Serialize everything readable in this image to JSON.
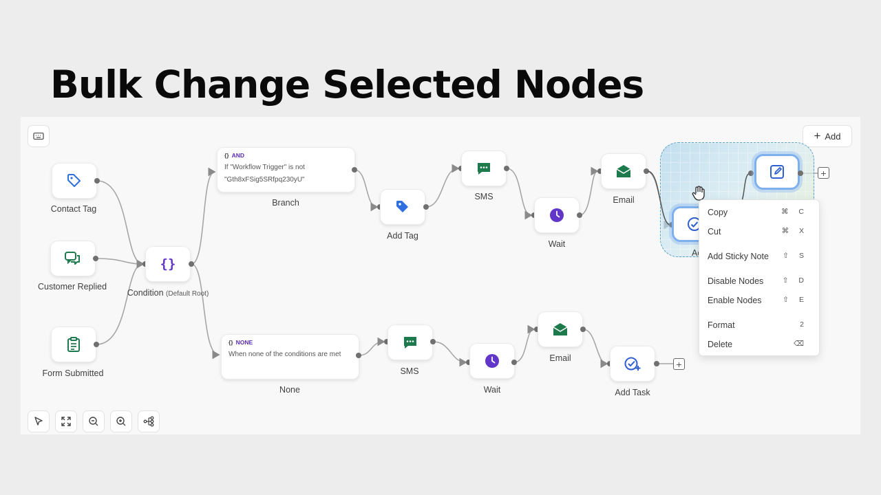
{
  "headline": "Bulk Change Selected Nodes",
  "toolbar": {
    "add_label": "Add"
  },
  "nodes": {
    "contact_tag": {
      "label": "Contact Tag",
      "icon": "tag-icon"
    },
    "customer_replied": {
      "label": "Customer Replied",
      "icon": "chat-bubbles-icon"
    },
    "form_submitted": {
      "label": "Form Submitted",
      "icon": "clipboard-icon"
    },
    "condition": {
      "label": "Condition",
      "sublabel": "(Default Root)",
      "icon": "braces-icon"
    },
    "branch": {
      "tag": "AND",
      "line1": "If \"Workflow Trigger\" is not",
      "line2": "\"Gth8xFSig5SRfpq230yU\"",
      "label": "Branch"
    },
    "none": {
      "tag": "NONE",
      "line1": "When none of the conditions are met",
      "label": "None"
    },
    "add_tag": {
      "label": "Add Tag"
    },
    "sms_top": {
      "label": "SMS"
    },
    "wait_top": {
      "label": "Wait"
    },
    "email_top": {
      "label": "Email"
    },
    "add_task_top": {
      "label": "Add T"
    },
    "sms_bottom": {
      "label": "SMS"
    },
    "wait_bottom": {
      "label": "Wait"
    },
    "email_bottom": {
      "label": "Email"
    },
    "add_task_bottom": {
      "label": "Add Task"
    }
  },
  "context_menu": {
    "items": [
      {
        "label": "Copy",
        "shortcut": "⌘ C"
      },
      {
        "label": "Cut",
        "shortcut": "⌘ X"
      },
      {
        "label": "Add Sticky Note",
        "shortcut": "⇧ S"
      },
      {
        "label": "Disable Nodes",
        "shortcut": "⇧ D"
      },
      {
        "label": "Enable Nodes",
        "shortcut": "⇧ E"
      },
      {
        "label": "Format",
        "shortcut": "2"
      },
      {
        "label": "Delete",
        "shortcut": "⌫"
      }
    ]
  },
  "colors": {
    "tag_blue": "#2f6fe0",
    "green": "#1c7a4d",
    "purple": "#6236c8",
    "selection": "#7fb0ee"
  }
}
